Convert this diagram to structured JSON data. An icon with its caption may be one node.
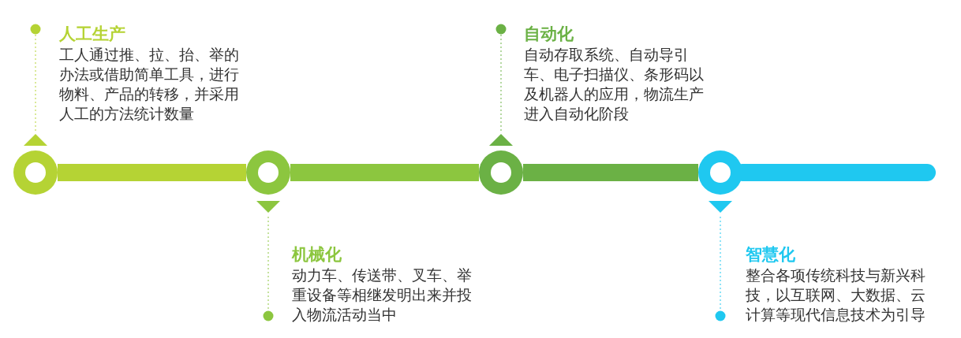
{
  "diagram": {
    "nodes": [
      {
        "text": [
          "人工生产",
          "工人通过推、拉、抬、举的办法或借助简单工具，进行物料、产品的转移，并采用人工的方法统计数量"
        ]
      },
      {
        "text": [
          "机械化",
          "动力车、传送带、叉车、举重设备等相继发明出来并投入物流活动当中"
        ]
      },
      {
        "text": [
          "自动化",
          "自动存取系统、自动导引车、电子扫描仪、条形码以及机器人的应用，物流生产进入自动化阶段"
        ]
      },
      {
        "text": [
          "智慧化",
          "整合各项传统科技与新兴科技，以互联网、大数据、云计算等现代信息技术为引导"
        ]
      },
      {
        "text": [],
        "shape": "circle"
      },
      {
        "text": [],
        "shape": "circle"
      },
      {
        "text": [],
        "shape": "circle"
      },
      {
        "text": [],
        "shape": "circle"
      }
    ],
    "edges": [
      {
        "from": 4,
        "to": 5,
        "arrow": "none",
        "color": "#b5d334"
      },
      {
        "from": 5,
        "to": 6,
        "arrow": "none",
        "color": "#8cc63f"
      },
      {
        "from": 6,
        "to": 7,
        "arrow": "none",
        "color": "#6bb145"
      },
      {
        "from": 7,
        "to": null,
        "arrow": "none",
        "color": "#1fc8f0"
      }
    ]
  }
}
